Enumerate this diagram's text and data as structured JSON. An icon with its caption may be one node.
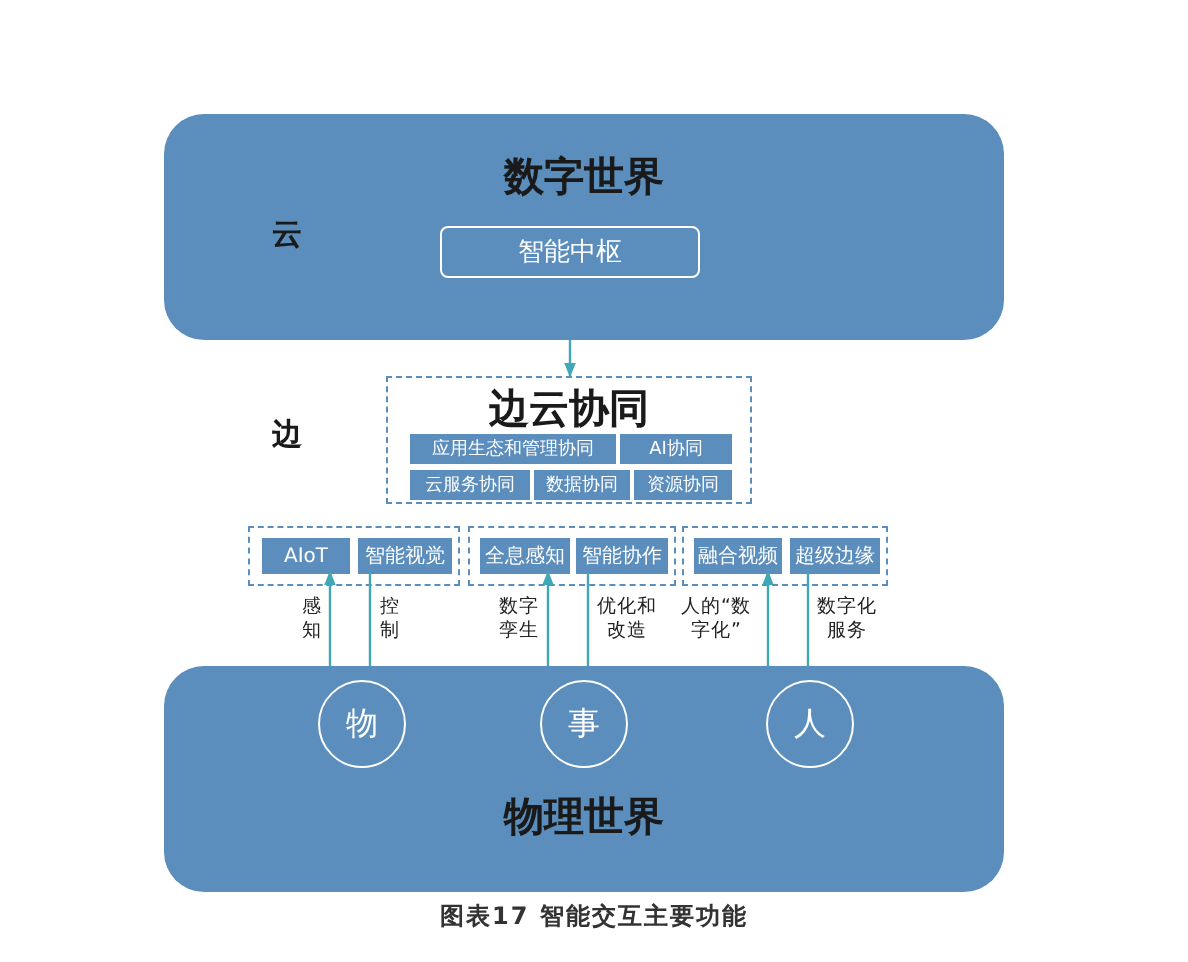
{
  "diagram": {
    "caption": "图表17 智能交互主要功能",
    "nodes": [
      {
        "text": [
          "数字世界"
        ]
      },
      {
        "text": [
          "智能中枢"
        ],
        "in": 0
      },
      {
        "text": [
          "边云协同"
        ]
      },
      {
        "text": [
          "应用生态和管理协同"
        ],
        "in": 2
      },
      {
        "text": [
          "AI协同"
        ],
        "in": 2
      },
      {
        "text": [
          "云服务协同"
        ],
        "in": 2
      },
      {
        "text": [
          "数据协同"
        ],
        "in": 2
      },
      {
        "text": [
          "资源协同"
        ],
        "in": 2
      },
      {
        "text": [],
        "shape": "box"
      },
      {
        "text": [
          "AIoT"
        ],
        "in": 8
      },
      {
        "text": [
          "智能视觉"
        ],
        "in": 8
      },
      {
        "text": [],
        "shape": "box"
      },
      {
        "text": [
          "全息感知"
        ],
        "in": 11
      },
      {
        "text": [
          "智能协作"
        ],
        "in": 11
      },
      {
        "text": [],
        "shape": "box"
      },
      {
        "text": [
          "融合视频"
        ],
        "in": 14
      },
      {
        "text": [
          "超级边缘"
        ],
        "in": 14
      },
      {
        "text": [
          "物理世界"
        ]
      },
      {
        "text": [
          "物"
        ],
        "in": 17
      },
      {
        "text": [
          "事"
        ],
        "in": 17
      },
      {
        "text": [
          "人"
        ],
        "in": 17
      }
    ],
    "edges": [
      {
        "from": 0,
        "to": 2,
        "arrow": "to"
      },
      {
        "from": 17,
        "to": 9,
        "arrow": "to",
        "label": "感知"
      },
      {
        "from": 17,
        "to": 10,
        "arrow": "none",
        "label": "控制"
      },
      {
        "from": 17,
        "to": 12,
        "arrow": "to",
        "label": "数字孪生"
      },
      {
        "from": 17,
        "to": 13,
        "arrow": "none",
        "label": "优化和改造"
      },
      {
        "from": 17,
        "to": 15,
        "arrow": "to",
        "label": "人的“数字化”"
      },
      {
        "from": 17,
        "to": 16,
        "arrow": "none",
        "label": "数字化服务"
      }
    ],
    "labels": [
      "云",
      "边"
    ]
  }
}
